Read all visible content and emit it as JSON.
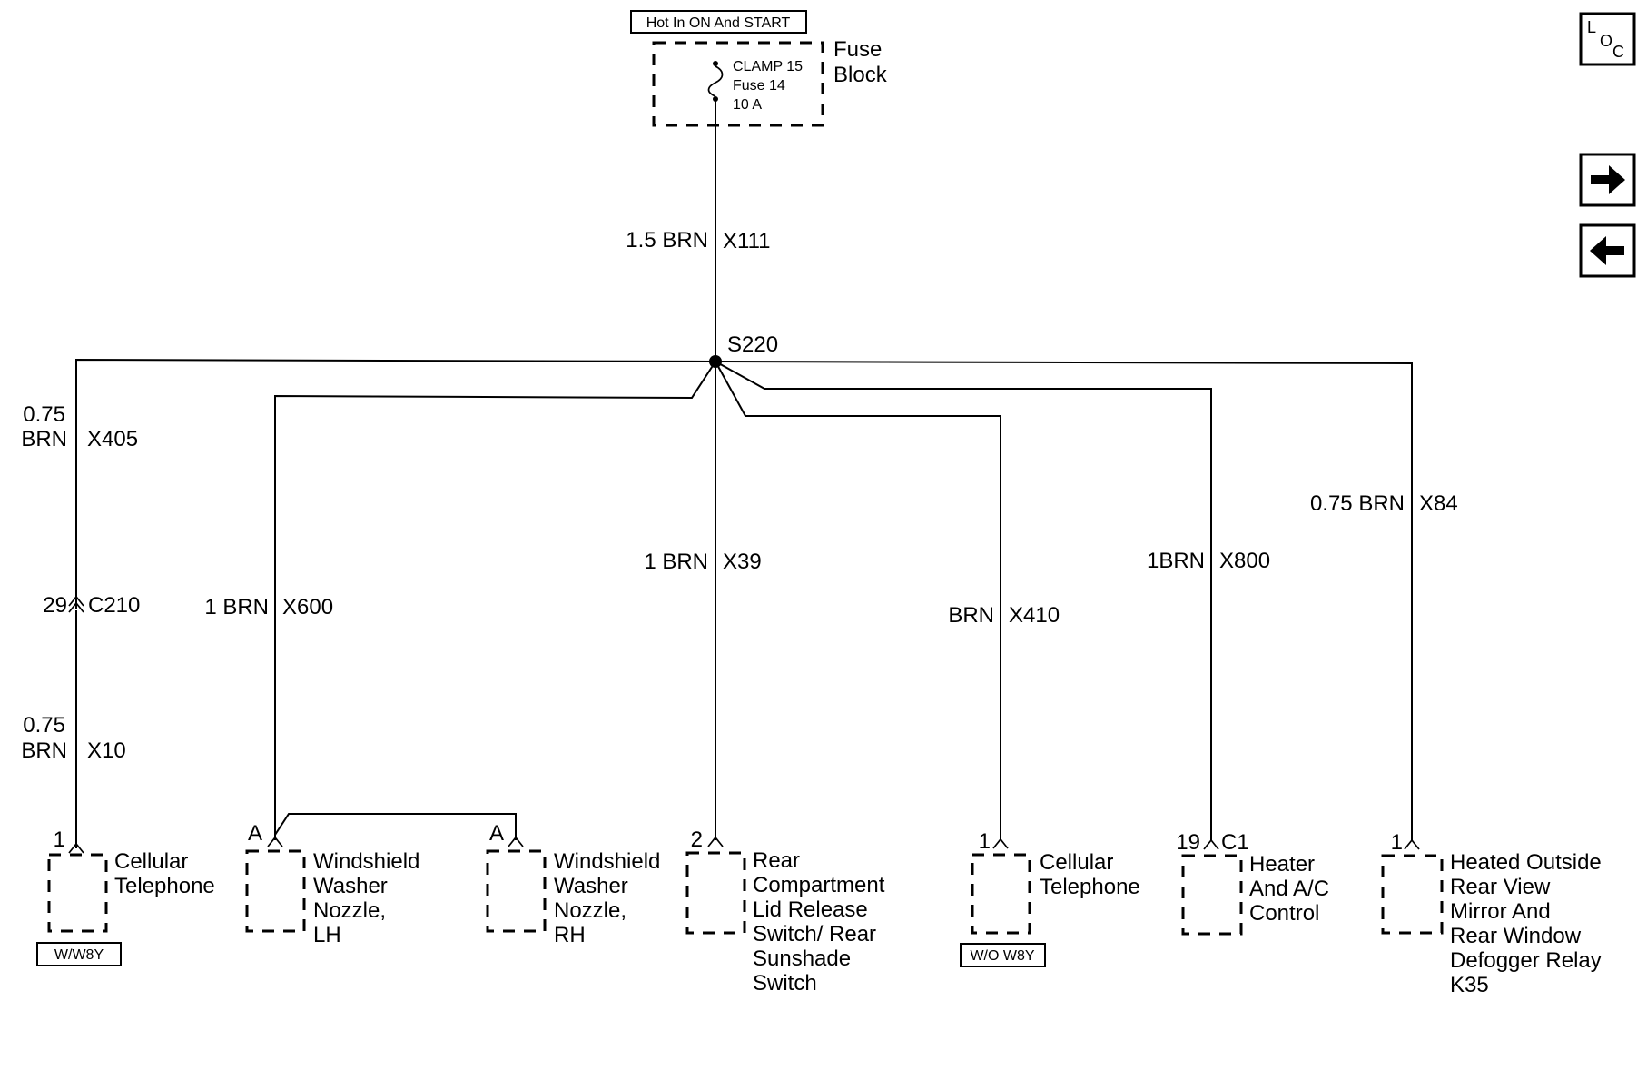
{
  "power": {
    "hot_label": "Hot In ON And START",
    "fuse_block": {
      "line1": "Fuse",
      "line2": "Block"
    },
    "fuse": {
      "line1": "CLAMP 15",
      "line2": "Fuse 14",
      "line3": "10 A"
    }
  },
  "main_wire": {
    "size_color": "1.5 BRN",
    "circuit": "X111"
  },
  "splice": "S220",
  "branches": {
    "x405": {
      "line1": "0.75",
      "line2": "BRN",
      "circuit": "X405"
    },
    "c210": {
      "pin": "29",
      "connector": "C210"
    },
    "x10": {
      "line1": "0.75",
      "line2": "BRN",
      "circuit": "X10"
    },
    "x600": {
      "size_color": "1 BRN",
      "circuit": "X600"
    },
    "x39": {
      "size_color": "1 BRN",
      "circuit": "X39"
    },
    "x410": {
      "size_color": "BRN",
      "circuit": "X410"
    },
    "x800": {
      "size_color": "1BRN",
      "circuit": "X800"
    },
    "x84": {
      "size_color": "0.75 BRN",
      "circuit": "X84"
    }
  },
  "components": {
    "cell_phone_1": {
      "pin": "1",
      "lines": [
        "Cellular",
        "Telephone"
      ],
      "option": "W/W8Y"
    },
    "washer_lh": {
      "pin": "A",
      "lines": [
        "Windshield",
        "Washer",
        "Nozzle,",
        "LH"
      ]
    },
    "washer_rh": {
      "pin": "A",
      "lines": [
        "Windshield",
        "Washer",
        "Nozzle,",
        "RH"
      ]
    },
    "rear_lid": {
      "pin": "2",
      "lines": [
        "Rear",
        "Compartment",
        "Lid Release",
        "Switch/ Rear",
        "Sunshade",
        "Switch"
      ]
    },
    "cell_phone_2": {
      "pin": "1",
      "lines": [
        "Cellular",
        "Telephone"
      ],
      "option": "W/O W8Y"
    },
    "heater": {
      "pin": "19",
      "connector": "C1",
      "lines": [
        "Heater",
        "And A/C",
        "Control"
      ]
    },
    "mirror_relay": {
      "pin": "1",
      "lines": [
        "Heated Outside",
        "Rear View",
        "Mirror And",
        "Rear Window",
        "Defogger Relay",
        "K35"
      ]
    }
  },
  "nav": {
    "loc": {
      "l": "L",
      "o": "O",
      "c": "C"
    },
    "forward_icon": "arrow-right-icon",
    "back_icon": "arrow-left-icon"
  }
}
